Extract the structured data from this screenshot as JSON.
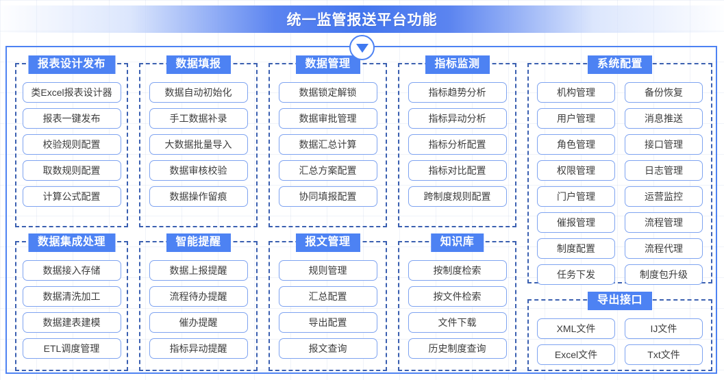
{
  "header": {
    "title": "统一监管报送平台功能",
    "arrow_icon": "chevron-down-icon"
  },
  "colors": {
    "banner_blue": "#4476ee",
    "group_header_blue": "#4d82f3",
    "pill_border": "#7ea3f0",
    "panel_border": "#4d82f3",
    "group_dash_border": "#3a5fb0"
  },
  "groups": [
    {
      "id": "report-design-publish",
      "title": "报表设计发布",
      "items": [
        "类Excel报表设计器",
        "报表一键发布",
        "校验规则配置",
        "取数规则配置",
        "计算公式配置"
      ]
    },
    {
      "id": "data-filling",
      "title": "数据填报",
      "items": [
        "数据自动初始化",
        "手工数据补录",
        "大数据批量导入",
        "数据审核校验",
        "数据操作留痕"
      ]
    },
    {
      "id": "data-management",
      "title": "数据管理",
      "items": [
        "数据锁定解锁",
        "数据审批管理",
        "数据汇总计算",
        "汇总方案配置",
        "协同填报配置"
      ]
    },
    {
      "id": "indicator-monitoring",
      "title": "指标监测",
      "items": [
        "指标趋势分析",
        "指标异动分析",
        "指标分析配置",
        "指标对比配置",
        "跨制度规则配置"
      ]
    },
    {
      "id": "data-integration",
      "title": "数据集成处理",
      "items": [
        "数据接入存储",
        "数据清洗加工",
        "数据建表建模",
        "ETL调度管理"
      ]
    },
    {
      "id": "smart-reminder",
      "title": "智能提醒",
      "items": [
        "数据上报提醒",
        "流程待办提醒",
        "催办提醒",
        "指标异动提醒"
      ]
    },
    {
      "id": "message-management",
      "title": "报文管理",
      "items": [
        "规则管理",
        "汇总配置",
        "导出配置",
        "报文查询"
      ]
    },
    {
      "id": "knowledge-base",
      "title": "知识库",
      "items": [
        "按制度检索",
        "按文件检索",
        "文件下载",
        "历史制度查询"
      ]
    },
    {
      "id": "system-config",
      "title": "系统配置",
      "items": [
        "机构管理",
        "备份恢复",
        "用户管理",
        "消息推送",
        "角色管理",
        "接口管理",
        "权限管理",
        "日志管理",
        "门户管理",
        "运营监控",
        "催报管理",
        "流程管理",
        "制度配置",
        "流程代理",
        "任务下发",
        "制度包升级"
      ]
    },
    {
      "id": "export-interface",
      "title": "导出接口",
      "items": [
        "XML文件",
        "IJ文件",
        "Excel文件",
        "Txt文件"
      ]
    }
  ]
}
